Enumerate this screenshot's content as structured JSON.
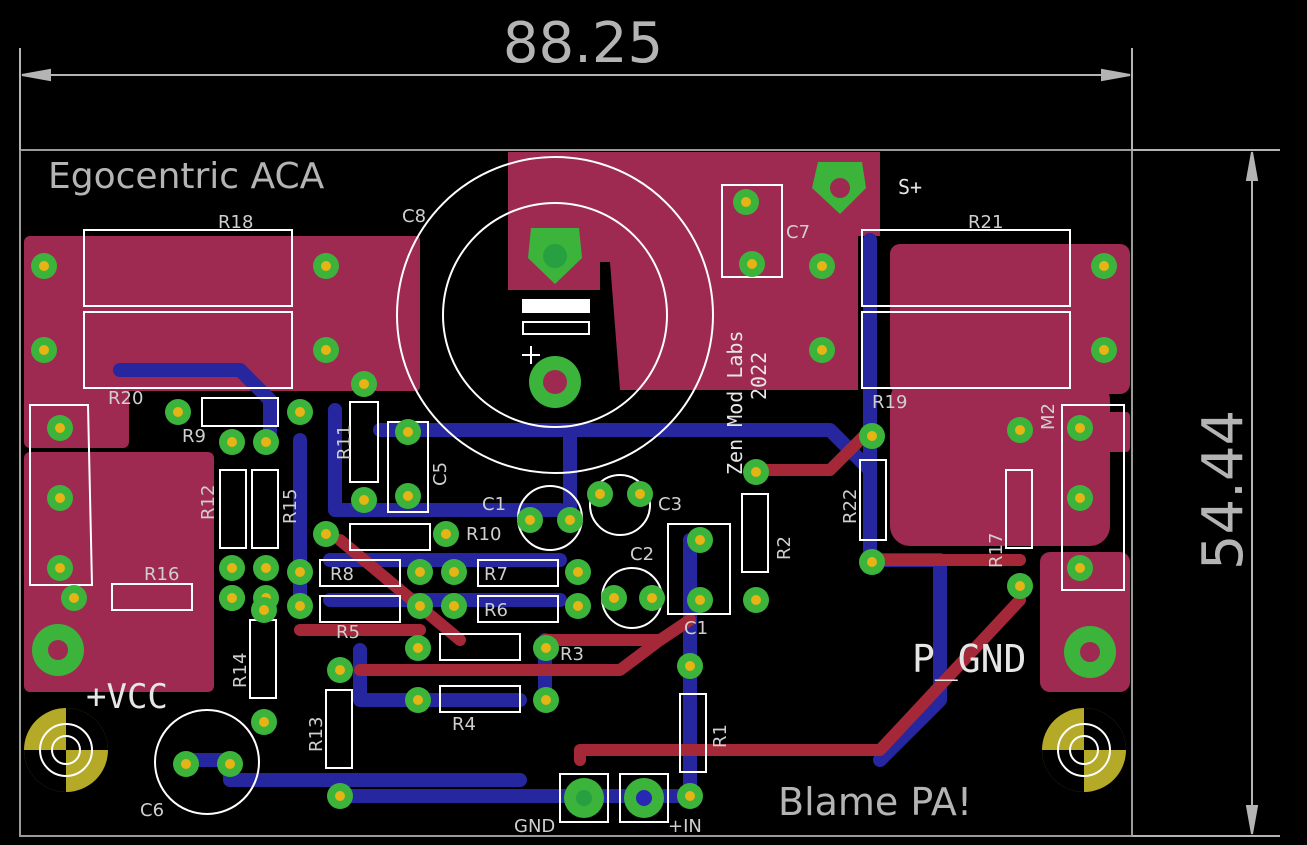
{
  "board": {
    "dim_width": "88.25",
    "dim_height": "54.44",
    "title": "Egocentric ACA",
    "footer": "Blame PA!",
    "brand_line1": "Zen Mod Labs",
    "brand_line2": "2022",
    "vcc": "+VCC",
    "p_gnd": "P_GND",
    "gnd": "GND",
    "in": "+IN",
    "s_plus": "S+",
    "m2": "M2"
  },
  "refdes": {
    "r1": "R1",
    "r2": "R2",
    "r3": "R3",
    "r4": "R4",
    "r5": "R5",
    "r6": "R6",
    "r7": "R7",
    "r8": "R8",
    "r9": "R9",
    "r10": "R10",
    "r11": "R11",
    "r12": "R12",
    "r13": "R13",
    "r14": "R14",
    "r15": "R15",
    "r16": "R16",
    "r17": "R17",
    "r18": "R18",
    "r19": "R19",
    "r20": "R20",
    "r21": "R21",
    "r22": "R22",
    "c1": "C1",
    "c1b": "C1",
    "c2": "C2",
    "c3": "C3",
    "c5": "C5",
    "c6": "C6",
    "c7": "C7",
    "c8": "C8"
  },
  "colors": {
    "background": "#000000",
    "top_copper": "#b02848",
    "bottom_copper": "#2828b4",
    "pad": "#3cb43c",
    "drill": "#e6b414",
    "silkscreen": "#ffffff",
    "dimension": "#b4b4b4",
    "mounting_hole": "#b4aa28"
  }
}
